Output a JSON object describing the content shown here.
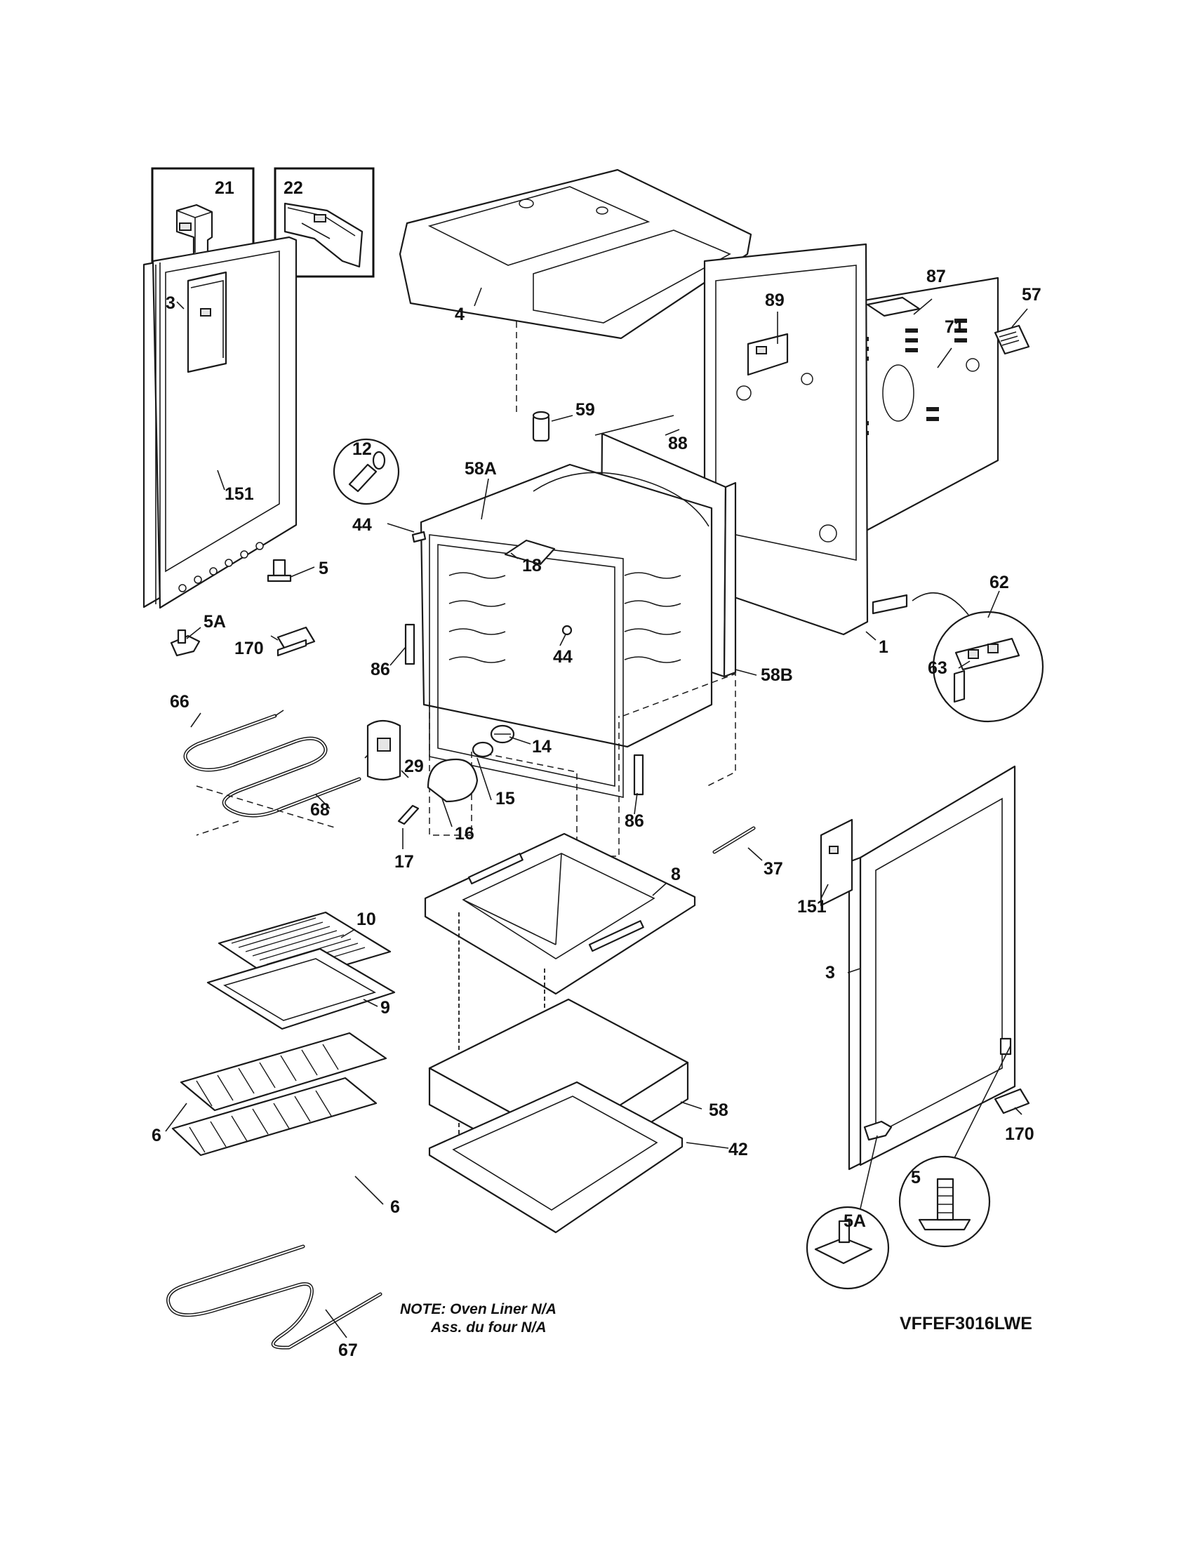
{
  "callouts": [
    {
      "id": "c21",
      "text": "21"
    },
    {
      "id": "c22",
      "text": "22"
    },
    {
      "id": "c3a",
      "text": "3"
    },
    {
      "id": "c4",
      "text": "4"
    },
    {
      "id": "c87",
      "text": "87"
    },
    {
      "id": "c57",
      "text": "57"
    },
    {
      "id": "c89",
      "text": "89"
    },
    {
      "id": "c71",
      "text": "71"
    },
    {
      "id": "c59",
      "text": "59"
    },
    {
      "id": "c88",
      "text": "88"
    },
    {
      "id": "c12",
      "text": "12"
    },
    {
      "id": "c58A",
      "text": "58A"
    },
    {
      "id": "c151a",
      "text": "151"
    },
    {
      "id": "c44a",
      "text": "44"
    },
    {
      "id": "c18",
      "text": "18"
    },
    {
      "id": "c5a",
      "text": "5"
    },
    {
      "id": "c62",
      "text": "62"
    },
    {
      "id": "c5Aa",
      "text": "5A"
    },
    {
      "id": "c1",
      "text": "1"
    },
    {
      "id": "c170a",
      "text": "170"
    },
    {
      "id": "c86a",
      "text": "86"
    },
    {
      "id": "c44b",
      "text": "44"
    },
    {
      "id": "c58B",
      "text": "58B"
    },
    {
      "id": "c63",
      "text": "63"
    },
    {
      "id": "c66",
      "text": "66"
    },
    {
      "id": "c29",
      "text": "29"
    },
    {
      "id": "c14",
      "text": "14"
    },
    {
      "id": "c68",
      "text": "68"
    },
    {
      "id": "c15",
      "text": "15"
    },
    {
      "id": "c16",
      "text": "16"
    },
    {
      "id": "c86b",
      "text": "86"
    },
    {
      "id": "c17",
      "text": "17"
    },
    {
      "id": "c37",
      "text": "37"
    },
    {
      "id": "c8",
      "text": "8"
    },
    {
      "id": "c151b",
      "text": "151"
    },
    {
      "id": "c10",
      "text": "10"
    },
    {
      "id": "c3b",
      "text": "3"
    },
    {
      "id": "c9",
      "text": "9"
    },
    {
      "id": "c58",
      "text": "58"
    },
    {
      "id": "c6a",
      "text": "6"
    },
    {
      "id": "c42",
      "text": "42"
    },
    {
      "id": "c170b",
      "text": "170"
    },
    {
      "id": "c6b",
      "text": "6"
    },
    {
      "id": "c5b",
      "text": "5"
    },
    {
      "id": "c5Ab",
      "text": "5A"
    },
    {
      "id": "c67",
      "text": "67"
    }
  ],
  "note": {
    "line1": "NOTE: Oven Liner N/A",
    "line2": "Ass. du four N/A"
  },
  "model_number": "VFFEF3016LWE"
}
